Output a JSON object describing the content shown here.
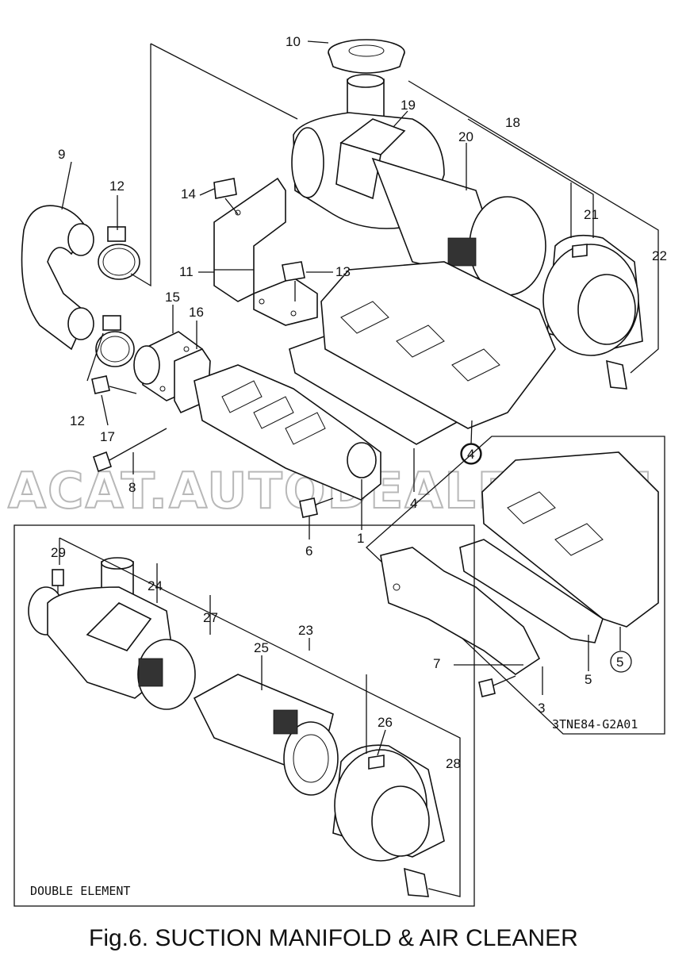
{
  "figure": {
    "title": "Fig.6.  SUCTION MANIFOLD & AIR CLEANER",
    "drawing_code": "3TNE84-G2A01",
    "inset_label": "DOUBLE ELEMENT",
    "watermark": "ACAT.AUTODEALER.RU"
  },
  "callouts": {
    "c1": "1",
    "c3": "3",
    "c4": "4",
    "c4c": "4",
    "c5": "5",
    "c5c": "5",
    "c6": "6",
    "c7": "7",
    "c8": "8",
    "c9": "9",
    "c10": "10",
    "c11": "11",
    "c12a": "12",
    "c12b": "12",
    "c13": "13",
    "c14": "14",
    "c15": "15",
    "c16": "16",
    "c17": "17",
    "c18": "18",
    "c19": "19",
    "c20": "20",
    "c21": "21",
    "c22": "22",
    "c23": "23",
    "c24": "24",
    "c25": "25",
    "c26": "26",
    "c27": "27",
    "c28": "28",
    "c29": "29"
  }
}
